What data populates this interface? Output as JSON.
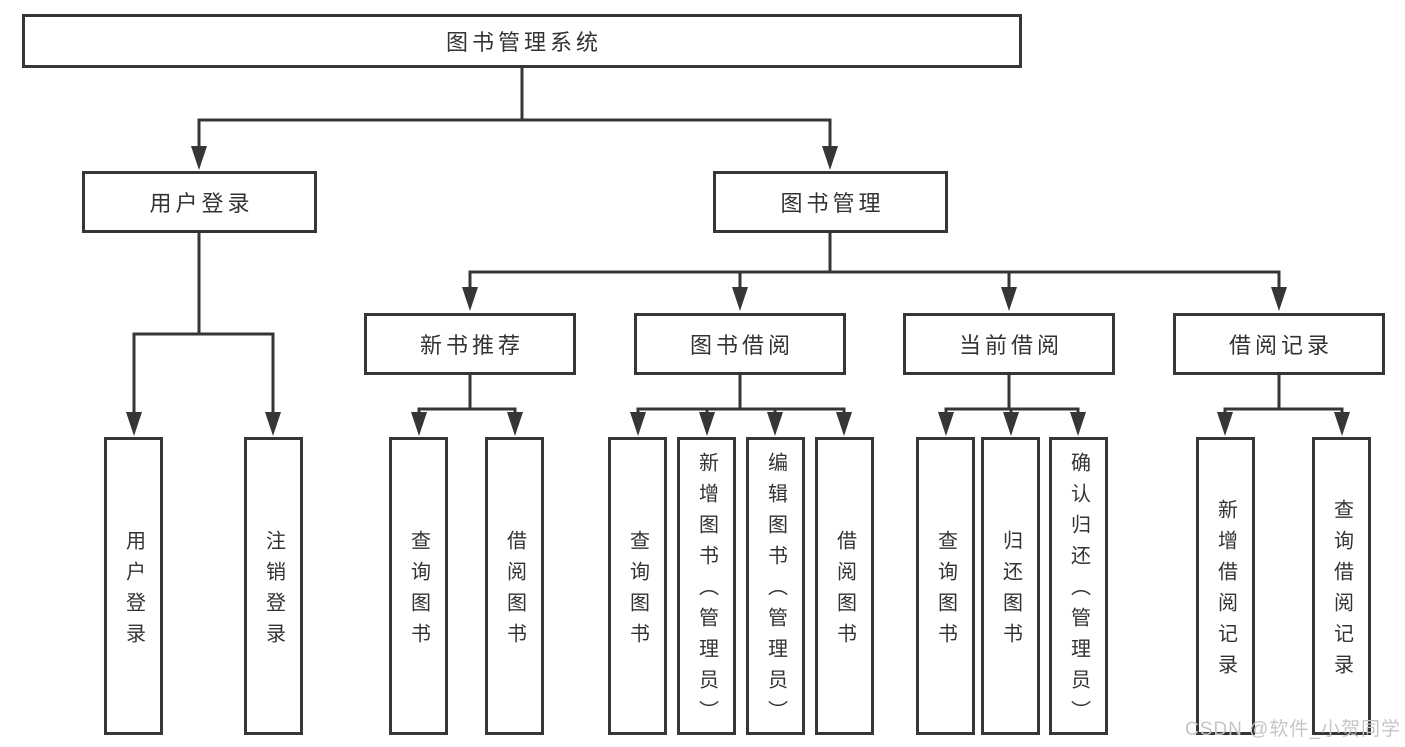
{
  "root": {
    "label": "图书管理系统"
  },
  "branches": [
    {
      "label": "用户登录",
      "children": [
        {
          "label": "用户登录"
        },
        {
          "label": "注销登录"
        }
      ]
    },
    {
      "label": "图书管理",
      "children": [
        {
          "label": "新书推荐",
          "children": [
            {
              "label": "查询图书"
            },
            {
              "label": "借阅图书"
            }
          ]
        },
        {
          "label": "图书借阅",
          "children": [
            {
              "label": "查询图书"
            },
            {
              "label": "新增图书（管理员）"
            },
            {
              "label": "编辑图书（管理员）"
            },
            {
              "label": "借阅图书"
            }
          ]
        },
        {
          "label": "当前借阅",
          "children": [
            {
              "label": "查询图书"
            },
            {
              "label": "归还图书"
            },
            {
              "label": "确认归还（管理员）"
            }
          ]
        },
        {
          "label": "借阅记录",
          "children": [
            {
              "label": "新增借阅记录"
            },
            {
              "label": "查询借阅记录"
            }
          ]
        }
      ]
    }
  ],
  "watermark": {
    "text": "CSDN @软件_小贺同学"
  },
  "colors": {
    "line": "#363636",
    "text": "#333333",
    "box_background": "#ffffff",
    "page_background": "#ffffff",
    "watermark": "#c6c6c6"
  }
}
